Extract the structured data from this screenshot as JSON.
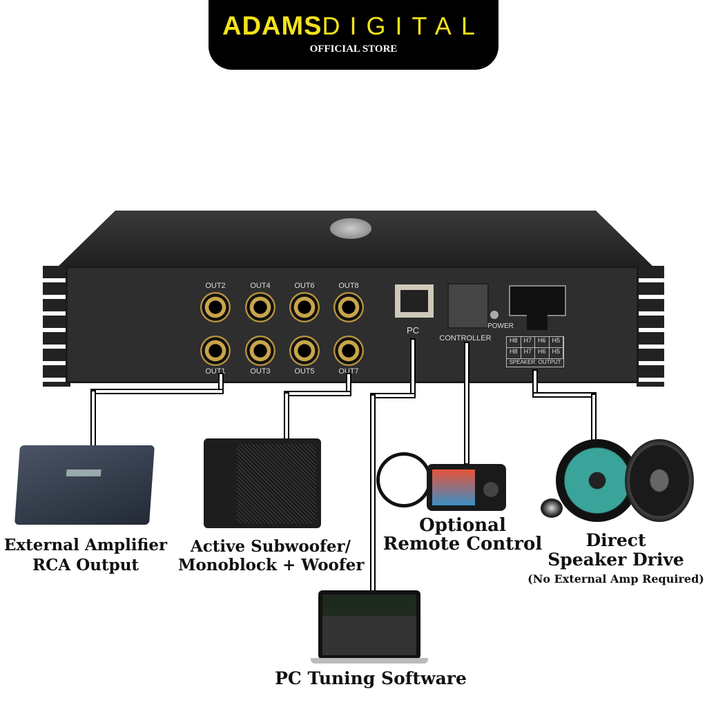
{
  "header": {
    "brand_bold": "ADAMS",
    "brand_light": "DIGITAL",
    "subtitle": "OFFICIAL STORE"
  },
  "panel": {
    "outputs_top": [
      "OUT2",
      "OUT4",
      "OUT6",
      "OUT8"
    ],
    "outputs_bottom": [
      "OUT1",
      "OUT3",
      "OUT5",
      "OUT7"
    ],
    "pc": "PC",
    "controller": "CONTROLLER",
    "power": "POWER",
    "speaker_minus": [
      "H8",
      "H7",
      "H6",
      "H5"
    ],
    "speaker_plus": [
      "H8",
      "H7",
      "H6",
      "H5"
    ],
    "speaker_label": "SPEAKER  OUTPUT"
  },
  "captions": {
    "amp": [
      "External Amplifier",
      "RCA Output"
    ],
    "sub": [
      "Active Subwoofer/",
      "Monoblock + Woofer"
    ],
    "remote": [
      "Optional",
      "Remote Control"
    ],
    "speaker": [
      "Direct",
      "Speaker Drive"
    ],
    "speaker_note": "(No External Amp Required)",
    "pc": "PC Tuning Software"
  }
}
